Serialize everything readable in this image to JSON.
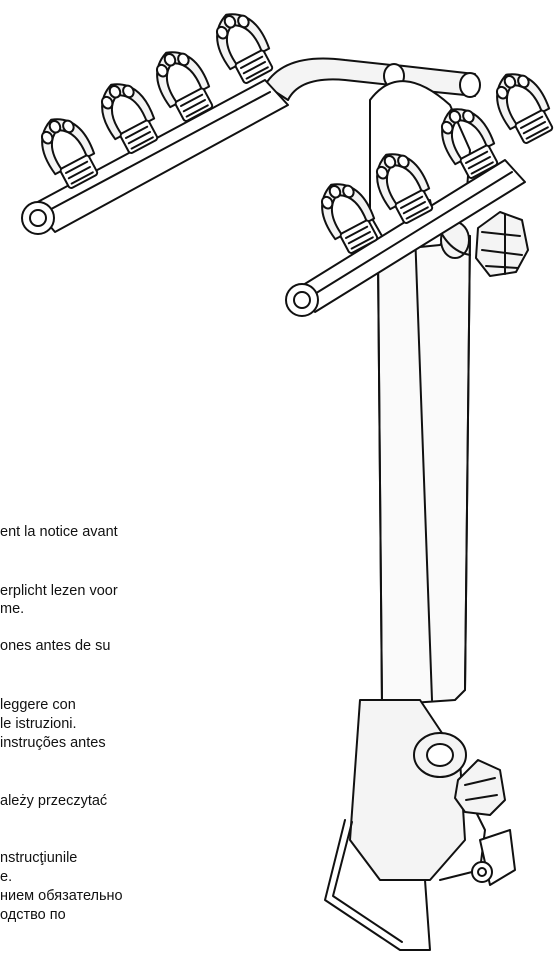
{
  "instructions": [
    "ent la notice avant",
    "erplicht lezen voor",
    "me.",
    "ones antes de su",
    "leggere con",
    "le istruzioni.",
    "instruções antes",
    "ależy przeczytać",
    "nstrucţiunile",
    "e.",
    "нием обязательно",
    "одство  по"
  ],
  "colors": {
    "line": "#111111",
    "background": "#ffffff",
    "shade": "#f4f4f4"
  }
}
